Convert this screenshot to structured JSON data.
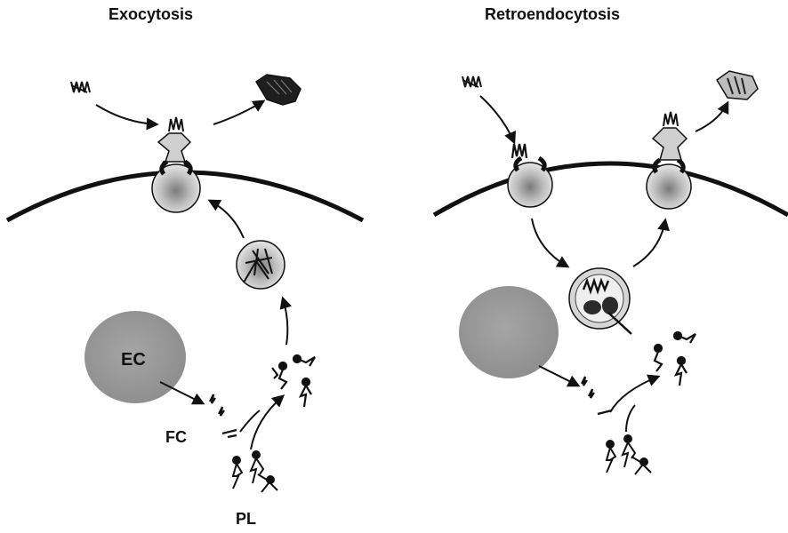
{
  "panels": {
    "left": {
      "title": "Exocytosis"
    },
    "right": {
      "title": "Retroendocytosis"
    }
  },
  "labels": {
    "ec": "EC",
    "fc": "FC",
    "pl": "PL"
  },
  "colors": {
    "stroke": "#111111",
    "nucleus_fill": "#9a9a9a",
    "vesicle_fill": "#dcdcdc",
    "vesicle_core": "#8c8c8c",
    "particle_fill": "#2a2a2a"
  }
}
